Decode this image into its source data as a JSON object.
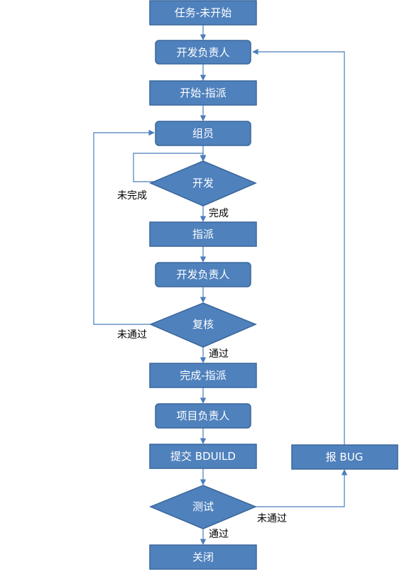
{
  "colors": {
    "node_fill": "#4f81bd",
    "node_stroke": "#3a679b",
    "edge": "#4a7ebb",
    "label_text": "#ffffff",
    "edge_text": "#000000"
  },
  "nodes": {
    "task_not_started": "任务-未开始",
    "dev_owner_1": "开发负责人",
    "start_assign": "开始-指派",
    "team_member": "组员",
    "develop": "开发",
    "assign": "指派",
    "dev_owner_2": "开发负责人",
    "review": "复核",
    "done_assign": "完成-指派",
    "project_owner": "项目负责人",
    "submit_build": "提交 BDUILD",
    "report_bug": "报 BUG",
    "test": "测试",
    "close": "关闭"
  },
  "edge_labels": {
    "develop_incomplete": "未完成",
    "develop_complete": "完成",
    "review_fail": "未通过",
    "review_pass": "通过",
    "test_fail": "未通过",
    "test_pass": "通过"
  }
}
